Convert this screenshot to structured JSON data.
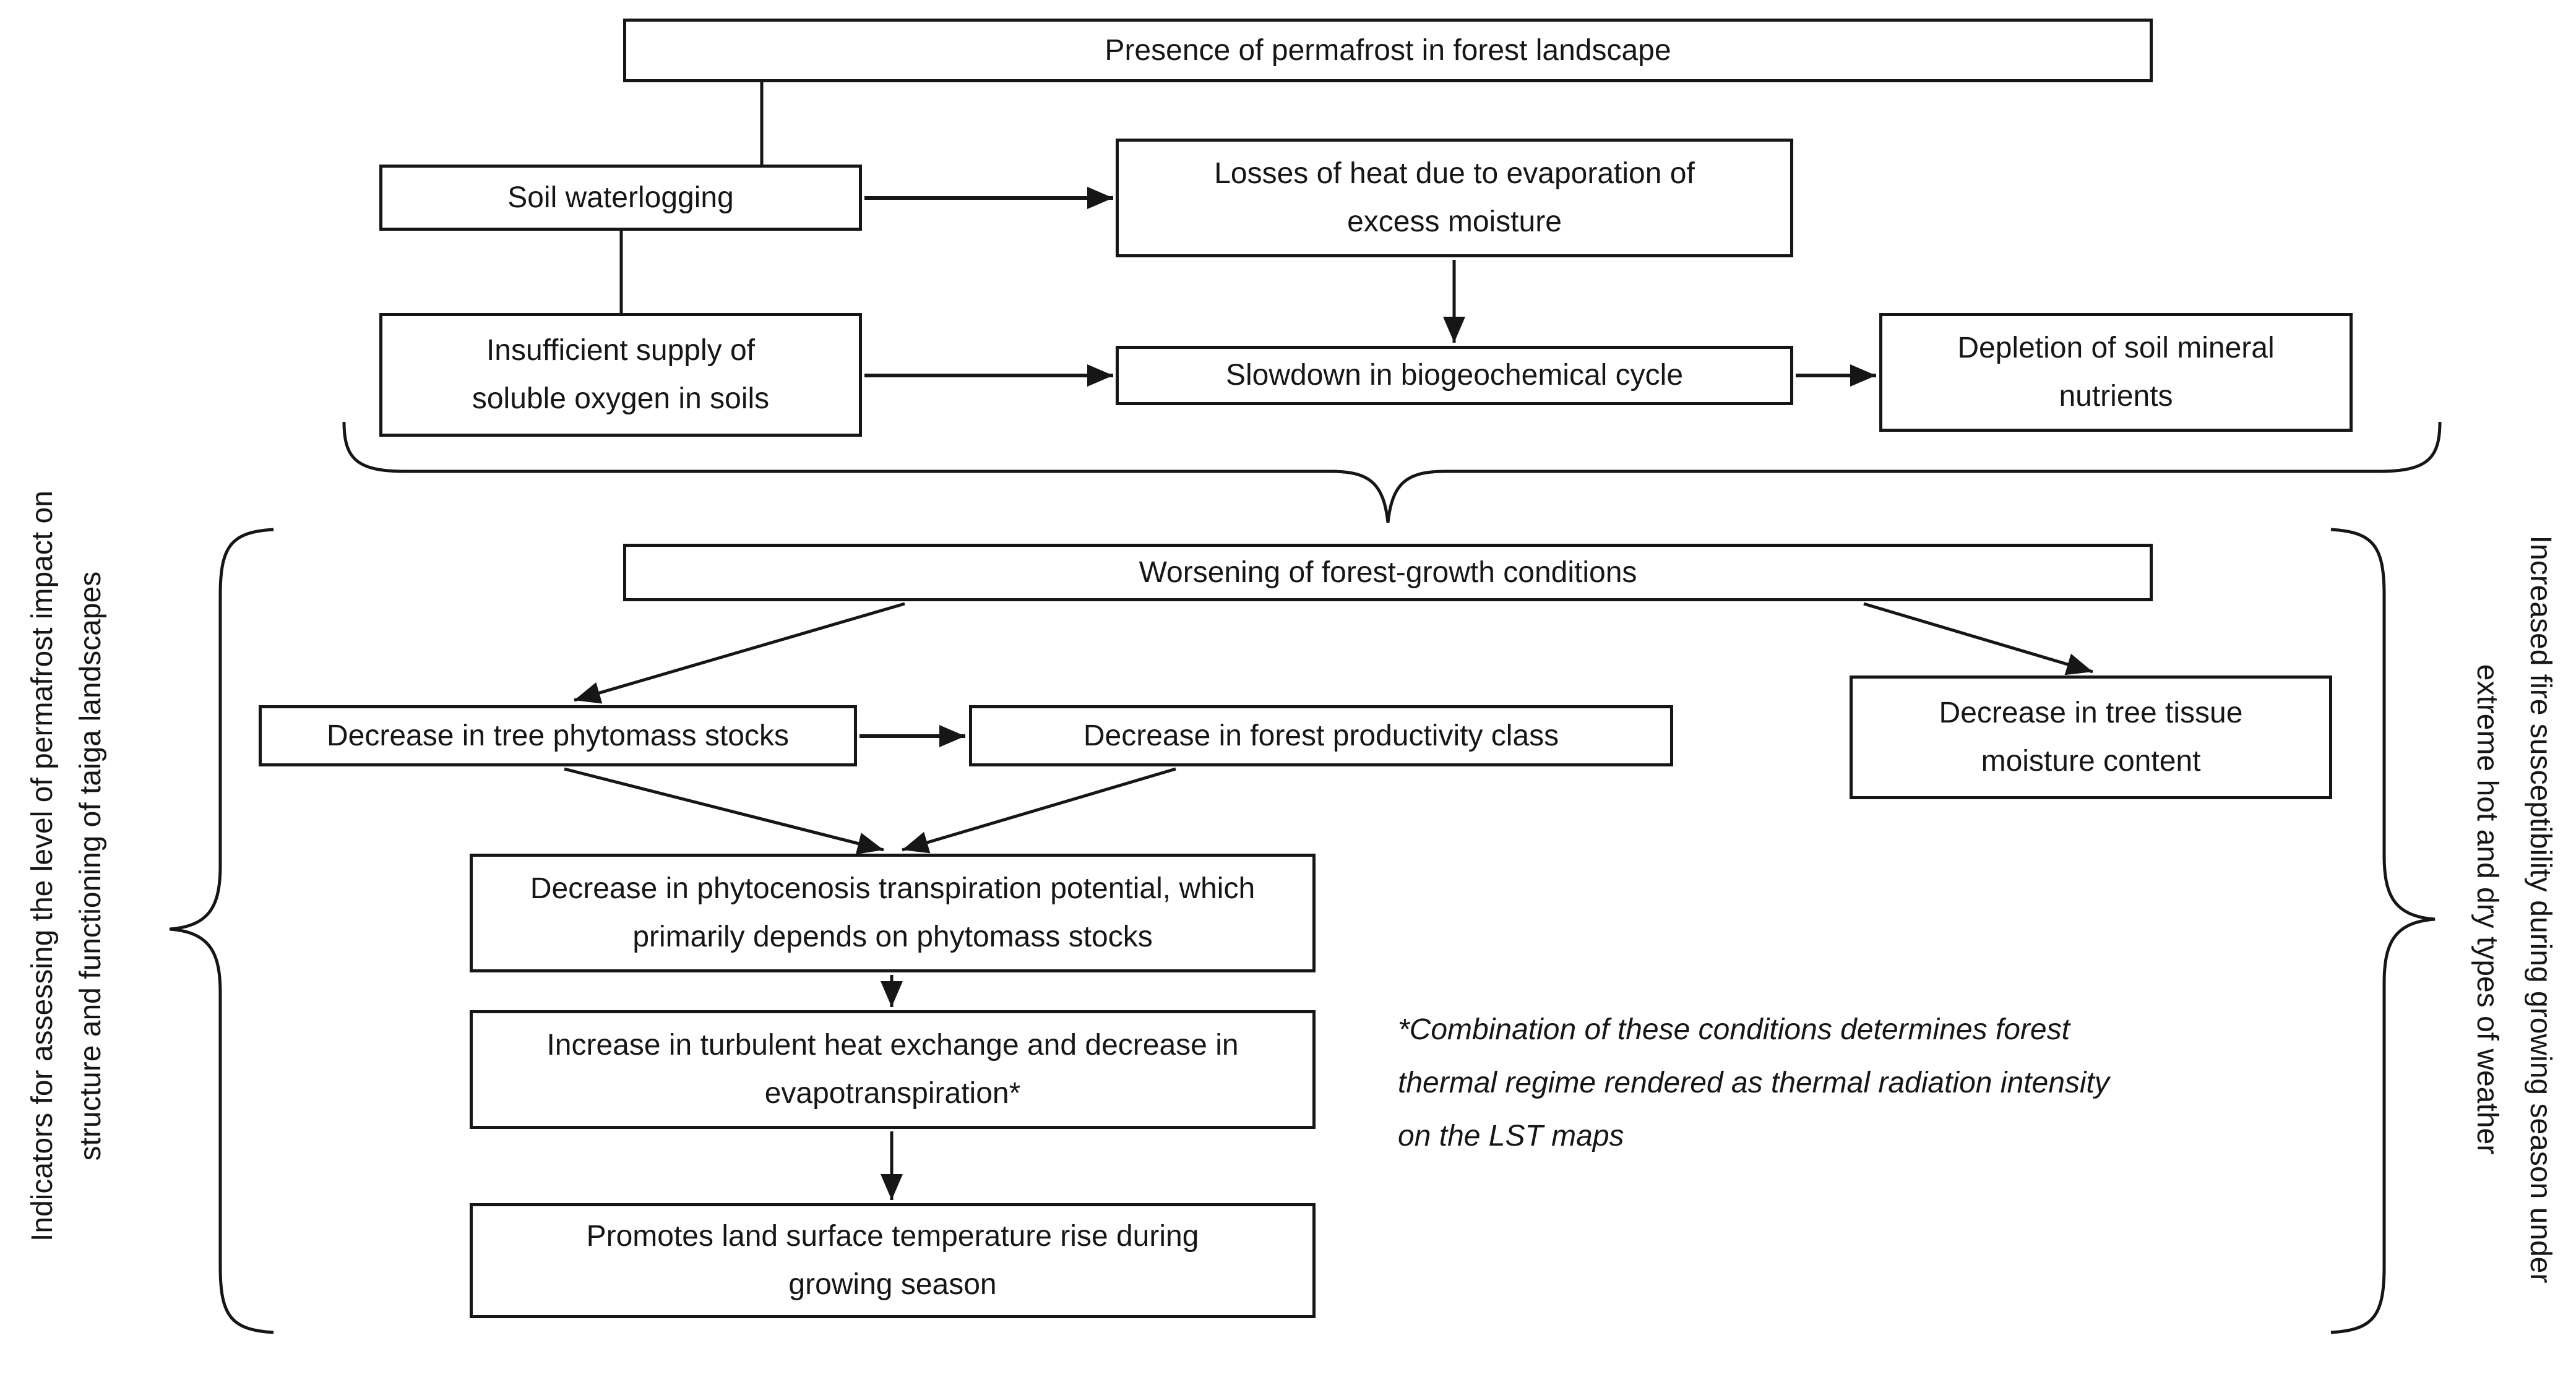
{
  "diagram": {
    "background_color": "#ffffff",
    "line_color": "#161616",
    "boxes": {
      "permafrost": "Presence of permafrost in forest landscape",
      "waterlogging": "Soil waterlogging",
      "heat_losses": "Losses of heat due to evaporation of excess moisture",
      "oxygen_deficit": "Insufficient supply of soluble oxygen in soils",
      "biogeochemical": "Slowdown in biogeochemical cycle",
      "nutrient_depletion": "Depletion of soil mineral nutrients",
      "worsening": "Worsening of forest-growth conditions",
      "phytomass": "Decrease in tree phytomass stocks",
      "productivity": "Decrease in forest productivity class",
      "tissue_moisture": "Decrease in tree tissue moisture content",
      "transpiration": "Decrease in phytocenosis transpiration potential, which primarily depends on phytomass stocks",
      "turbulent_heat": "Increase in turbulent heat exchange and decrease in evapotranspiration*",
      "lst_rise": "Promotes land surface temperature rise during growing season"
    },
    "footnote": {
      "lines": [
        "*Combination of these conditions determines forest",
        "thermal regime rendered as thermal radiation intensity",
        "on the LST maps"
      ]
    },
    "left_caption": {
      "lines": [
        "Indicators for assessing the level of permafrost impact on",
        "structure and functioning of taiga landscapes"
      ]
    },
    "right_caption": {
      "lines": [
        "Increased fire susceptibility during growing season under",
        "extreme hot and dry types of weather"
      ]
    }
  }
}
